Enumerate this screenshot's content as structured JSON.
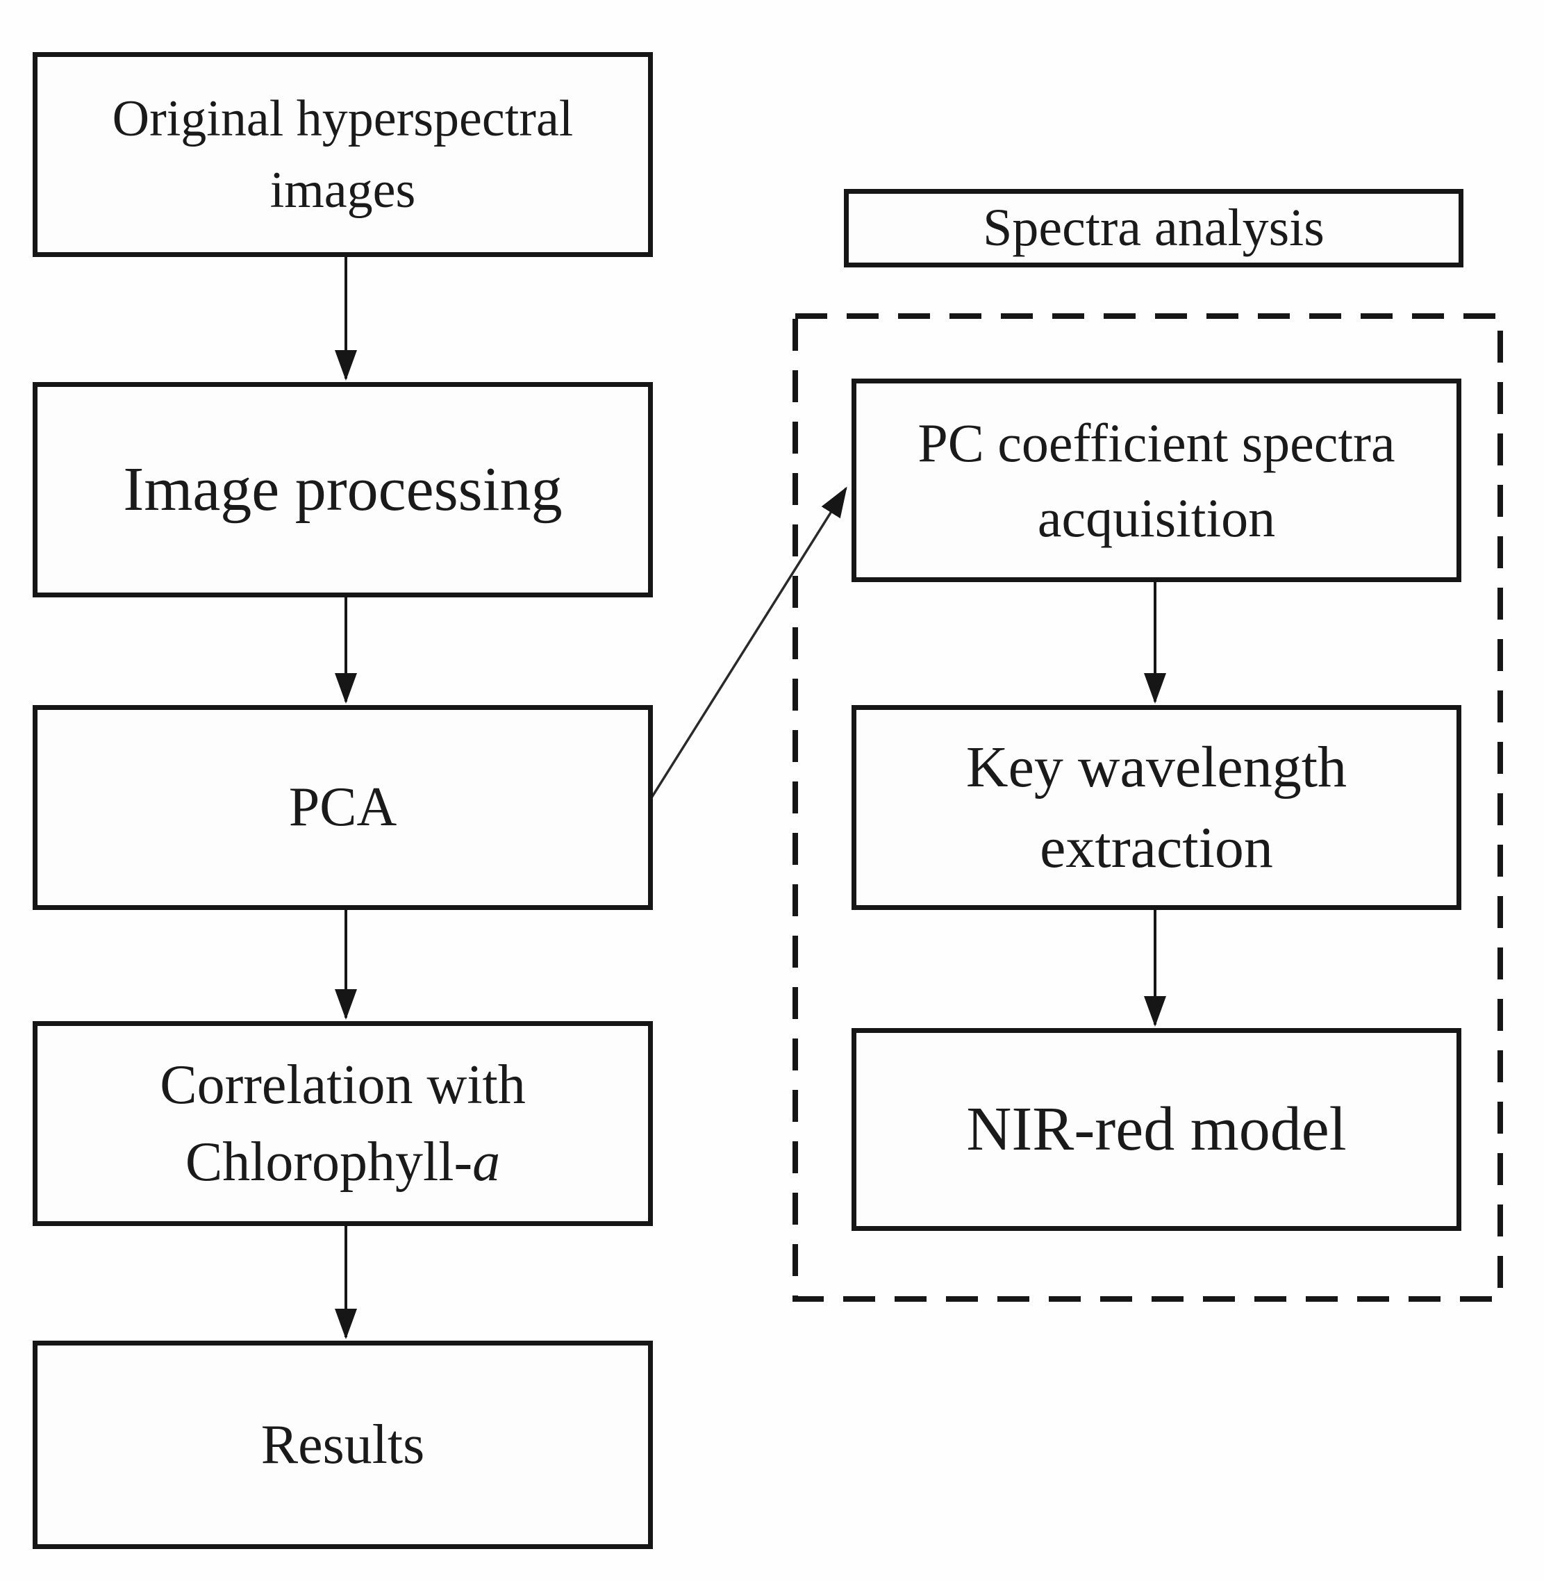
{
  "figure": {
    "colors": {
      "ink": "#161616",
      "background": "#fefefe"
    },
    "left_column": {
      "original_images": {
        "line1": "Original hyperspectral",
        "line2": "images"
      },
      "image_processing": {
        "label": "Image processing"
      },
      "pca": {
        "label": "PCA"
      },
      "correlation": {
        "line1": "Correlation with",
        "line2_prefix": "Chlorophyll-",
        "line2_italic": "a"
      },
      "results": {
        "label": "Results"
      }
    },
    "right_column": {
      "header": {
        "label": "Spectra analysis"
      },
      "pc_coefficient": {
        "line1": "PC coefficient spectra",
        "line2": "acquisition"
      },
      "key_wavelength": {
        "line1": "Key wavelength",
        "line2": "extraction"
      },
      "nir_red": {
        "label": "NIR-red model"
      }
    }
  }
}
